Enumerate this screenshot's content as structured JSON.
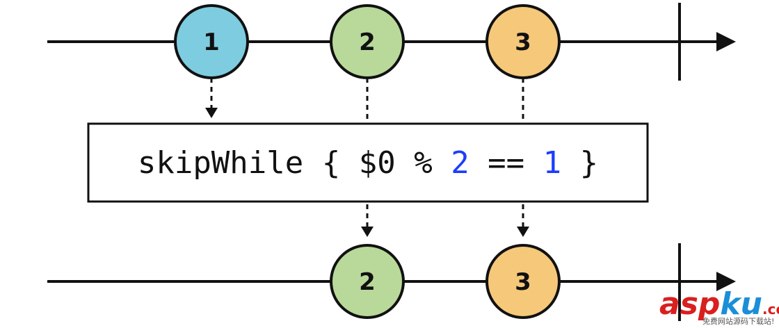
{
  "input_stream": {
    "marbles": [
      {
        "label": "1",
        "color": "#7ecce0",
        "passes": false
      },
      {
        "label": "2",
        "color": "#b8d99a",
        "passes": true
      },
      {
        "label": "3",
        "color": "#f6c87a",
        "passes": true
      }
    ]
  },
  "operator": {
    "parts": [
      {
        "text": "skipWhile { $0 % ",
        "color": "#111111"
      },
      {
        "text": "2",
        "color": "#1c3cff"
      },
      {
        "text": " == ",
        "color": "#111111"
      },
      {
        "text": "1",
        "color": "#1c3cff"
      },
      {
        "text": " }",
        "color": "#111111"
      }
    ]
  },
  "output_stream": {
    "marbles": [
      {
        "label": "2",
        "color": "#b8d99a"
      },
      {
        "label": "3",
        "color": "#f6c87a"
      }
    ]
  },
  "watermark": {
    "text_asp": "asp",
    "text_ku": "ku",
    "text_com": ".com",
    "subtitle": "免费网站源码下载站!",
    "color_asp": "#d9201e",
    "color_ku": "#1a8fd8"
  },
  "colors": {
    "line": "#111111",
    "box_border": "#111111"
  }
}
